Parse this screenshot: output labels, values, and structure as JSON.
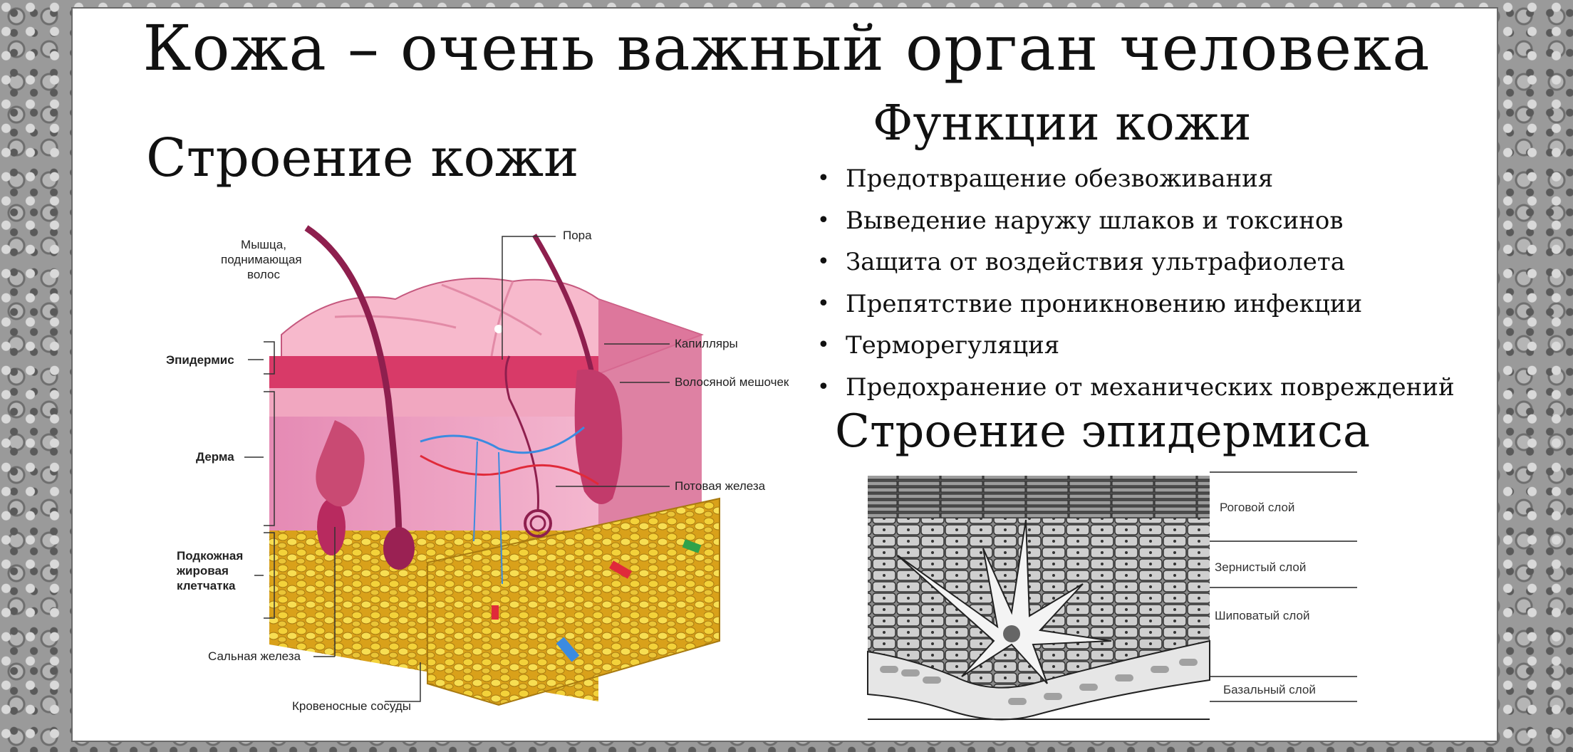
{
  "title": "Кожа – очень важный орган человека",
  "skin_structure": {
    "heading": "Строение кожи",
    "labels": {
      "muscle": [
        "Мышца,",
        "поднимающая",
        "волос"
      ],
      "epidermis": "Эпидермис",
      "dermis": "Дерма",
      "subcutaneous": [
        "Подкожная",
        "жировая",
        "клетчатка"
      ],
      "sebaceous": "Сальная железа",
      "vessels": "Кровеносные сосуды",
      "pore": "Пора",
      "capillaries": "Капилляры",
      "follicle": "Волосяной мешочек",
      "sweat": "Потовая железа"
    }
  },
  "functions": {
    "heading": "Функции кожи",
    "items": [
      "Предотвращение обезвоживания",
      "Выведение наружу шлаков и токсинов",
      "Защита от воздействия ультрафиолета",
      "Препятствие проникновению инфекции",
      "Терморегуляция",
      "Предохранение от механических повреждений"
    ]
  },
  "epidermis_structure": {
    "heading": "Строение эпидермиса",
    "layers": [
      "Роговой слой",
      "Зернистый слой",
      "Шиповатый слой",
      "Базальный слой"
    ]
  }
}
